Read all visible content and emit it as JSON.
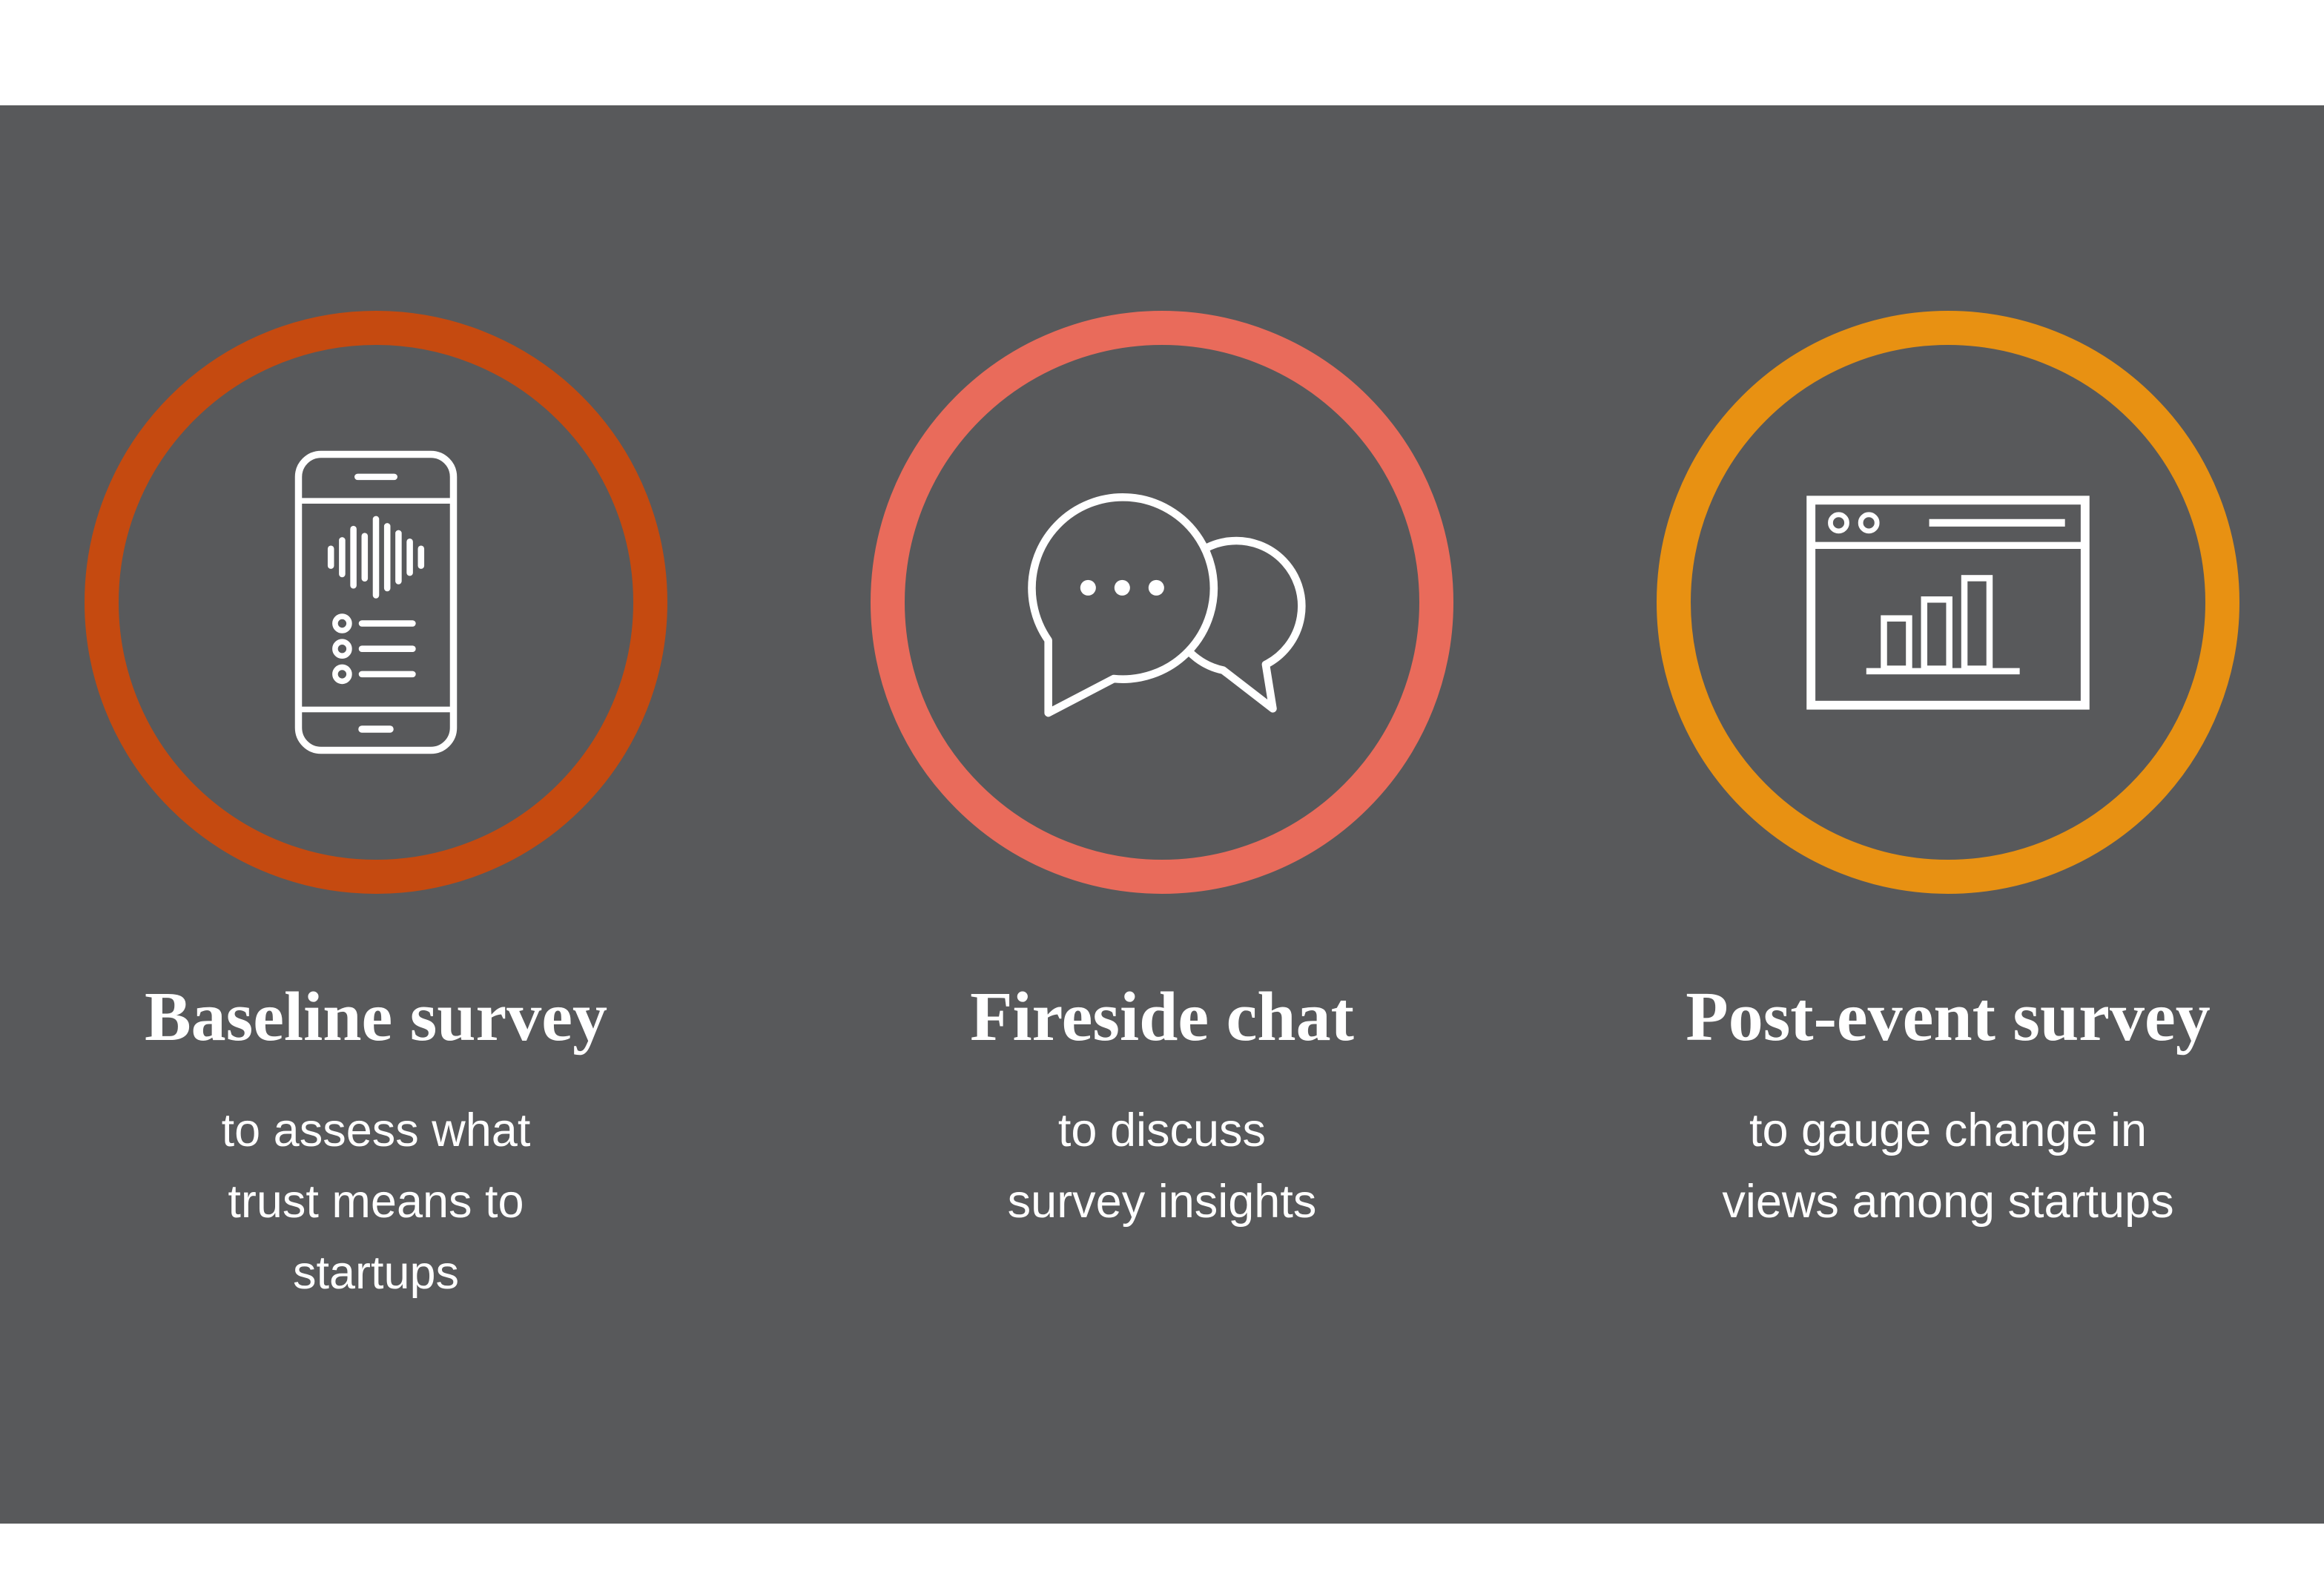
{
  "colors": {
    "background": "#58595B",
    "band": "#FFFFFF",
    "text": "#FFFFFF"
  },
  "items": [
    {
      "title": "Baseline survey",
      "subtitle": "to assess what\ntrust means to\nstartups",
      "ring_color": "#C54A10",
      "icon": "mobile-survey-icon"
    },
    {
      "title": "Fireside chat",
      "subtitle": "to discuss\nsurvey insights",
      "ring_color": "#E96B5B",
      "icon": "chat-bubbles-icon"
    },
    {
      "title": "Post-event survey",
      "subtitle": "to gauge change in\nviews among startups",
      "ring_color": "#E89112",
      "icon": "browser-bar-chart-icon"
    }
  ]
}
